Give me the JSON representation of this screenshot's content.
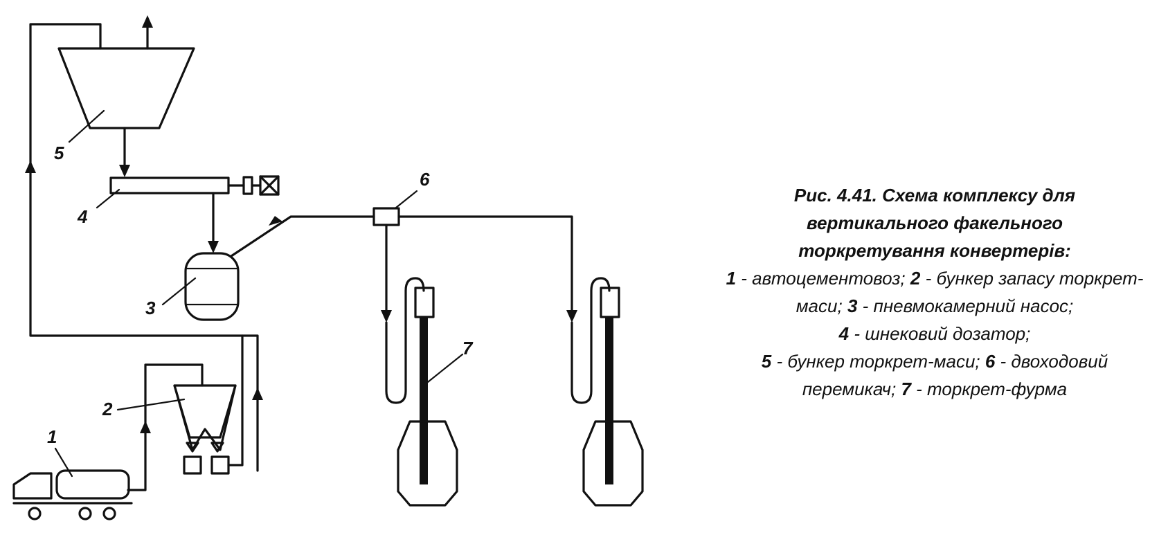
{
  "labels": {
    "n1": "1",
    "n2": "2",
    "n3": "3",
    "n4": "4",
    "n5": "5",
    "n6": "6",
    "n7": "7"
  },
  "caption": {
    "title_line1": "Рис. 4.41. Схема комплексу для",
    "title_line2": "вертикального факельного",
    "title_line3": "торкретування конвертерів:",
    "items": [
      {
        "num": "1",
        "text": " - автоцементовоз; "
      },
      {
        "num": "2",
        "text": " - бункер запасу торкрет-маси; "
      },
      {
        "num": "3",
        "text": " - пневмокамерний насос; "
      },
      {
        "num": "4",
        "text": " - шнековий дозатор; "
      },
      {
        "num": "5",
        "text": " - бункер торкрет-маси; "
      },
      {
        "num": "6",
        "text": " - двоходовий перемикач; "
      },
      {
        "num": "7",
        "text": " - торкрет-фурма"
      }
    ]
  }
}
